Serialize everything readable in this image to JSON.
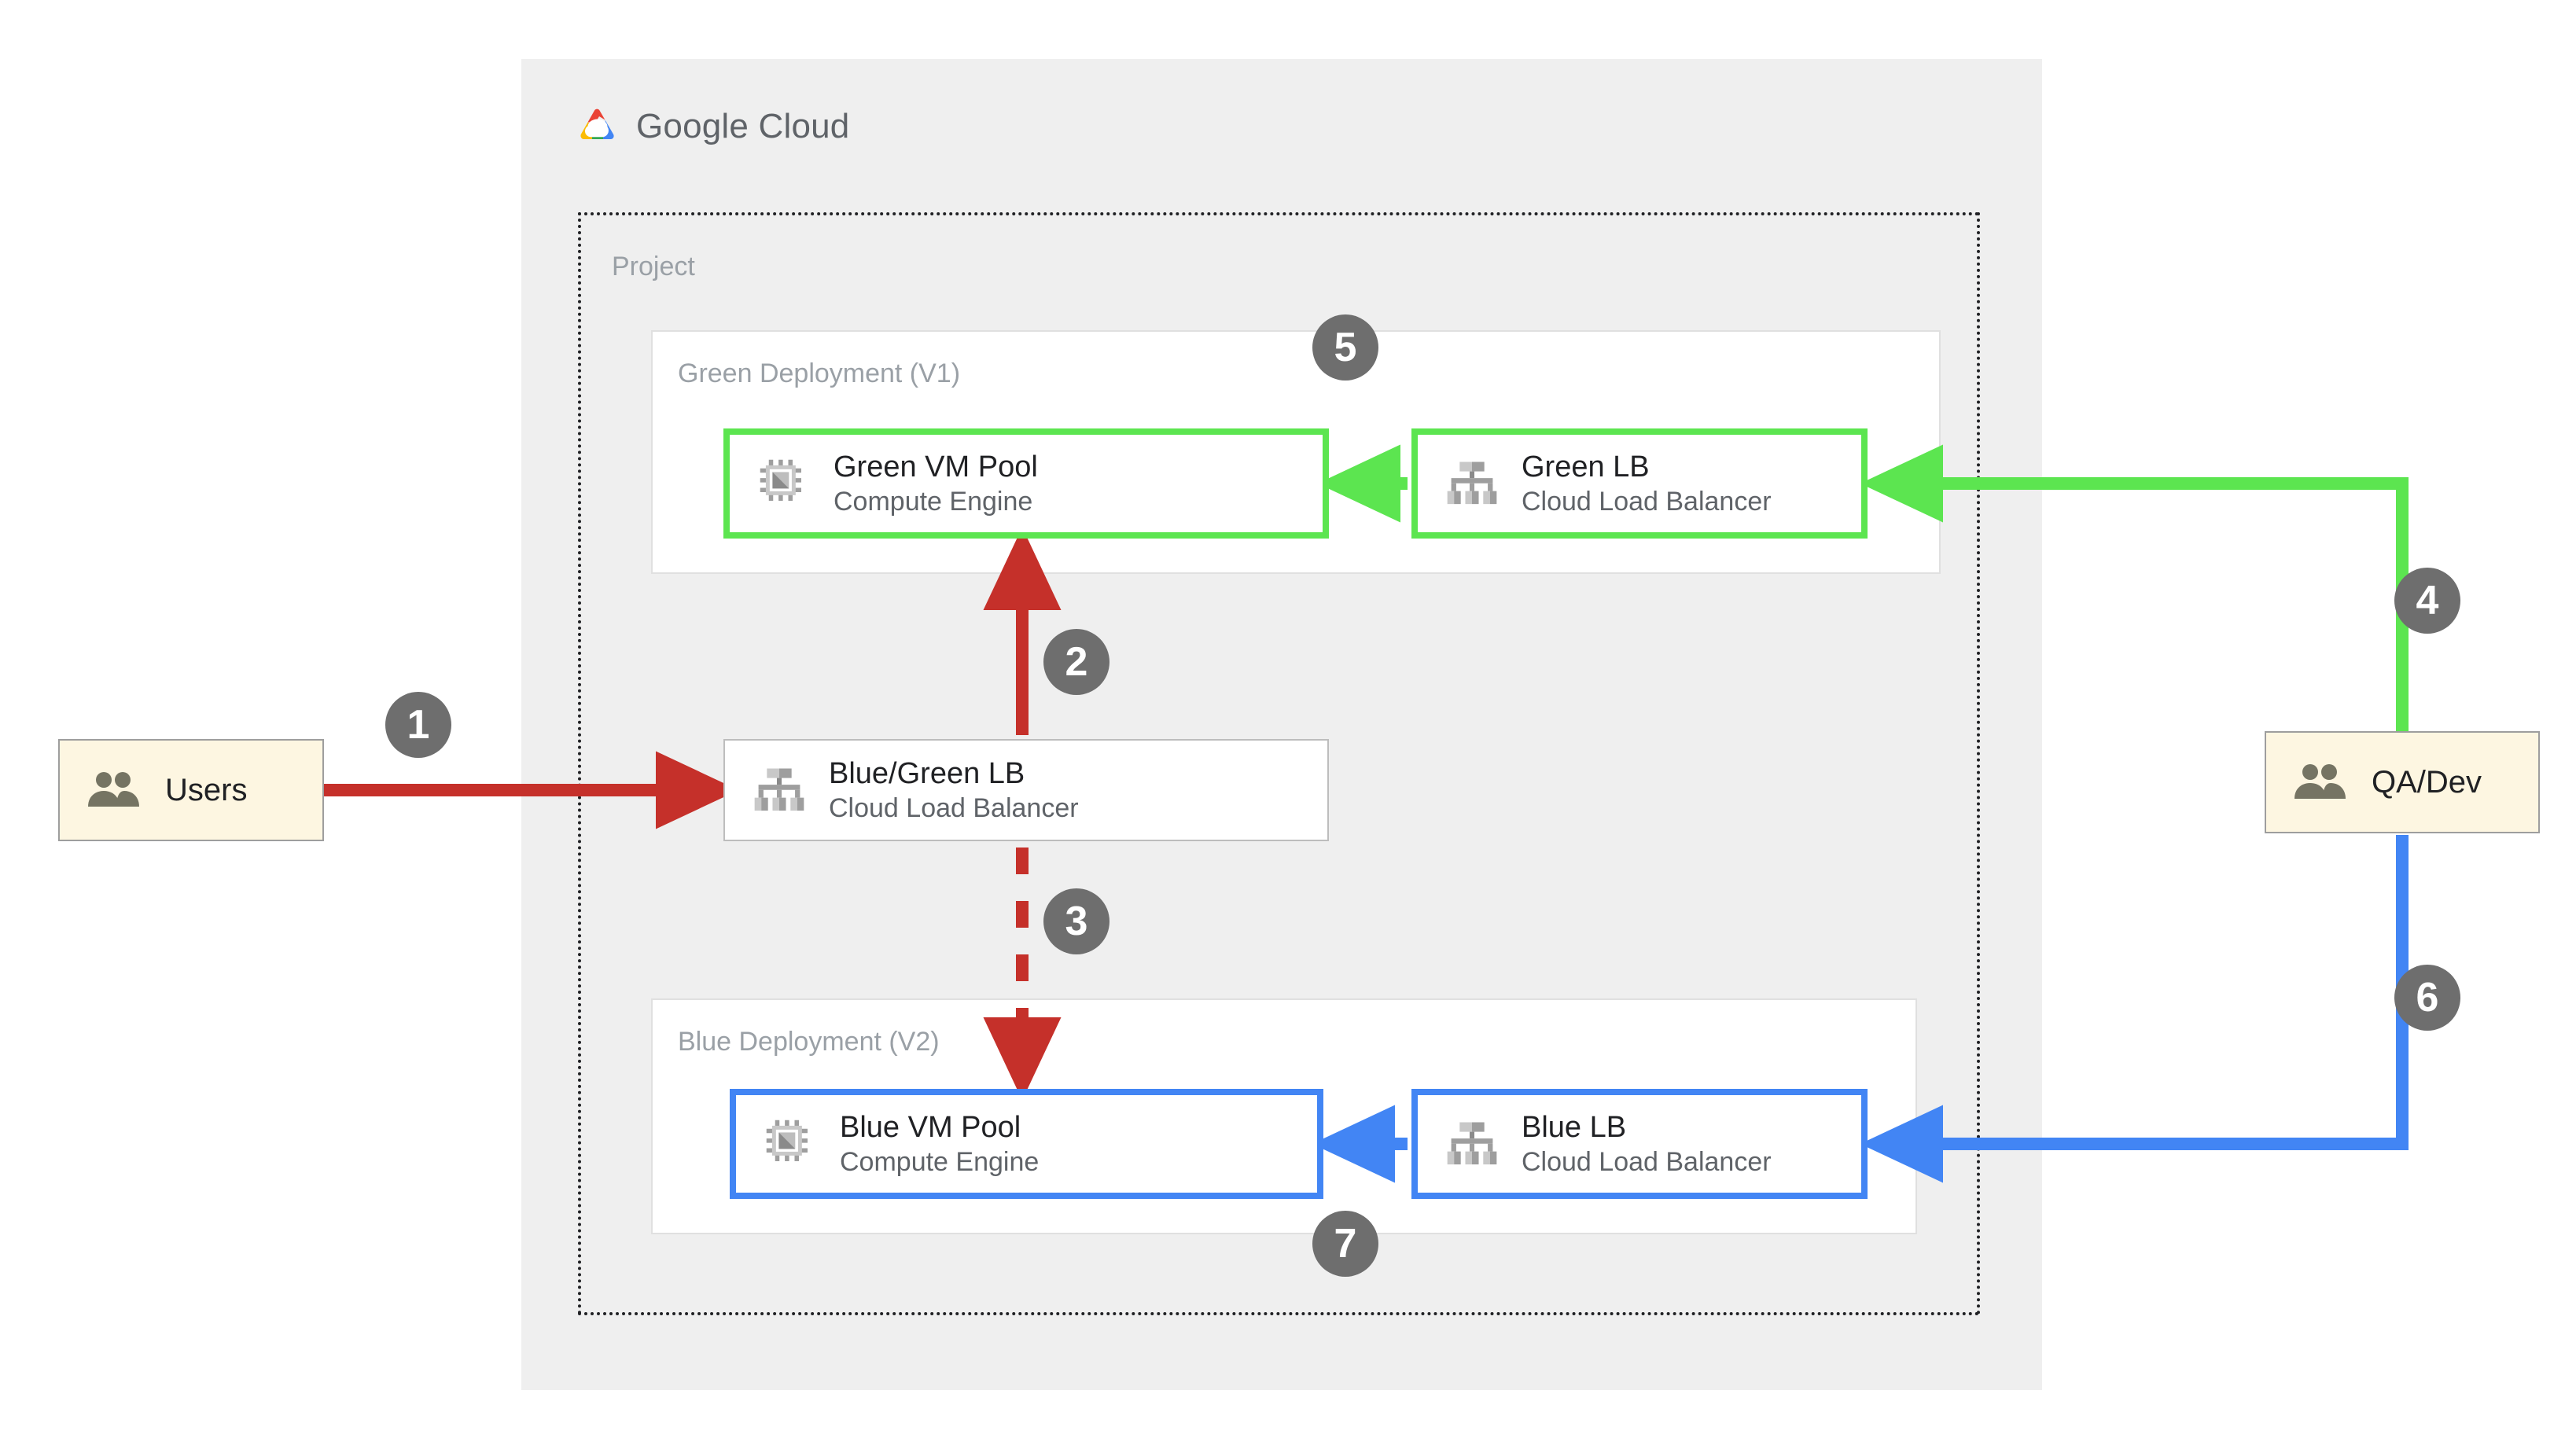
{
  "brand": {
    "logo_icon": "google-cloud-logo-icon",
    "name_bold": "Google",
    "name_light": " Cloud"
  },
  "project": {
    "label": "Project"
  },
  "deployments": [
    {
      "id": "green",
      "label": "Green Deployment (V1)"
    },
    {
      "id": "blue",
      "label": "Blue Deployment (V2)"
    }
  ],
  "cards": [
    {
      "id": "green-vm-pool",
      "icon": "compute-engine-cpu-icon",
      "title": "Green VM Pool",
      "subtitle": "Compute Engine",
      "accent": "#5CE550"
    },
    {
      "id": "green-lb",
      "icon": "cloud-load-balancer-icon",
      "title": "Green LB",
      "subtitle": "Cloud Load Balancer",
      "accent": "#5CE550"
    },
    {
      "id": "bluegreen-lb",
      "icon": "cloud-load-balancer-icon",
      "title": "Blue/Green LB",
      "subtitle": "Cloud Load Balancer",
      "accent": "#bdbdbd"
    },
    {
      "id": "blue-vm-pool",
      "icon": "compute-engine-cpu-icon",
      "title": "Blue VM Pool",
      "subtitle": "Compute Engine",
      "accent": "#4285F4"
    },
    {
      "id": "blue-lb",
      "icon": "cloud-load-balancer-icon",
      "title": "Blue LB",
      "subtitle": "Cloud Load Balancer",
      "accent": "#4285F4"
    }
  ],
  "actors": [
    {
      "id": "users",
      "icon": "users-group-icon",
      "label": "Users"
    },
    {
      "id": "qa-dev",
      "icon": "users-group-icon",
      "label": "QA/Dev"
    }
  ],
  "steps": [
    {
      "n": "1"
    },
    {
      "n": "2"
    },
    {
      "n": "3"
    },
    {
      "n": "4"
    },
    {
      "n": "5"
    },
    {
      "n": "6"
    },
    {
      "n": "7"
    }
  ],
  "colors": {
    "panel_bg": "#efefef",
    "red_flow": "#C5302A",
    "green_flow": "#5CE550",
    "blue_flow": "#4285F4",
    "badge_grey": "#6e6e6e",
    "actor_fill": "#FDF6E1",
    "label_grey": "#9aa0a6"
  },
  "flows": [
    {
      "step": "1",
      "color": "#C5302A",
      "style": "solid",
      "from": "users",
      "to": "bluegreen-lb"
    },
    {
      "step": "2",
      "color": "#C5302A",
      "style": "solid",
      "from": "bluegreen-lb",
      "to": "green-vm-pool"
    },
    {
      "step": "3",
      "color": "#C5302A",
      "style": "dashed",
      "from": "bluegreen-lb",
      "to": "blue-vm-pool"
    },
    {
      "step": "4",
      "color": "#5CE550",
      "style": "solid",
      "from": "qa-dev",
      "to": "green-lb"
    },
    {
      "step": "5",
      "color": "#5CE550",
      "style": "solid",
      "from": "green-lb",
      "to": "green-vm-pool"
    },
    {
      "step": "6",
      "color": "#4285F4",
      "style": "solid",
      "from": "qa-dev",
      "to": "blue-lb"
    },
    {
      "step": "7",
      "color": "#4285F4",
      "style": "solid",
      "from": "blue-lb",
      "to": "blue-vm-pool"
    }
  ]
}
